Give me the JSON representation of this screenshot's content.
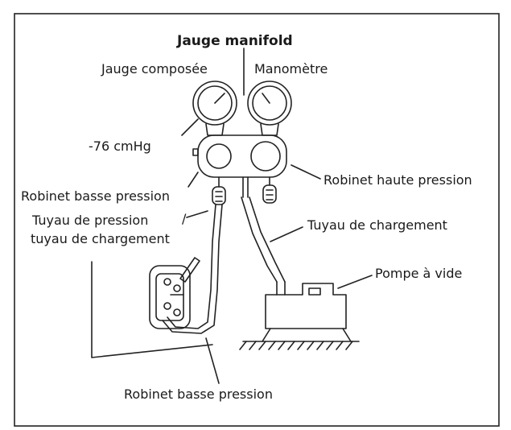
{
  "diagram": {
    "title": "Jauge manifold",
    "labels": {
      "compound_gauge": "Jauge composée",
      "pressure_gauge": "Manomètre",
      "vacuum_reading": "-76 cmHg",
      "high_pressure_valve": "Robinet haute pression",
      "low_pressure_valve_top": "Robinet basse pression",
      "pressure_hose_line1": "Tuyau de pression",
      "pressure_hose_sep": "/",
      "pressure_hose_line2": "tuyau de chargement",
      "charge_hose": "Tuyau de chargement",
      "vacuum_pump": "Pompe à vide",
      "low_pressure_valve_bottom": "Robinet basse pression"
    }
  }
}
